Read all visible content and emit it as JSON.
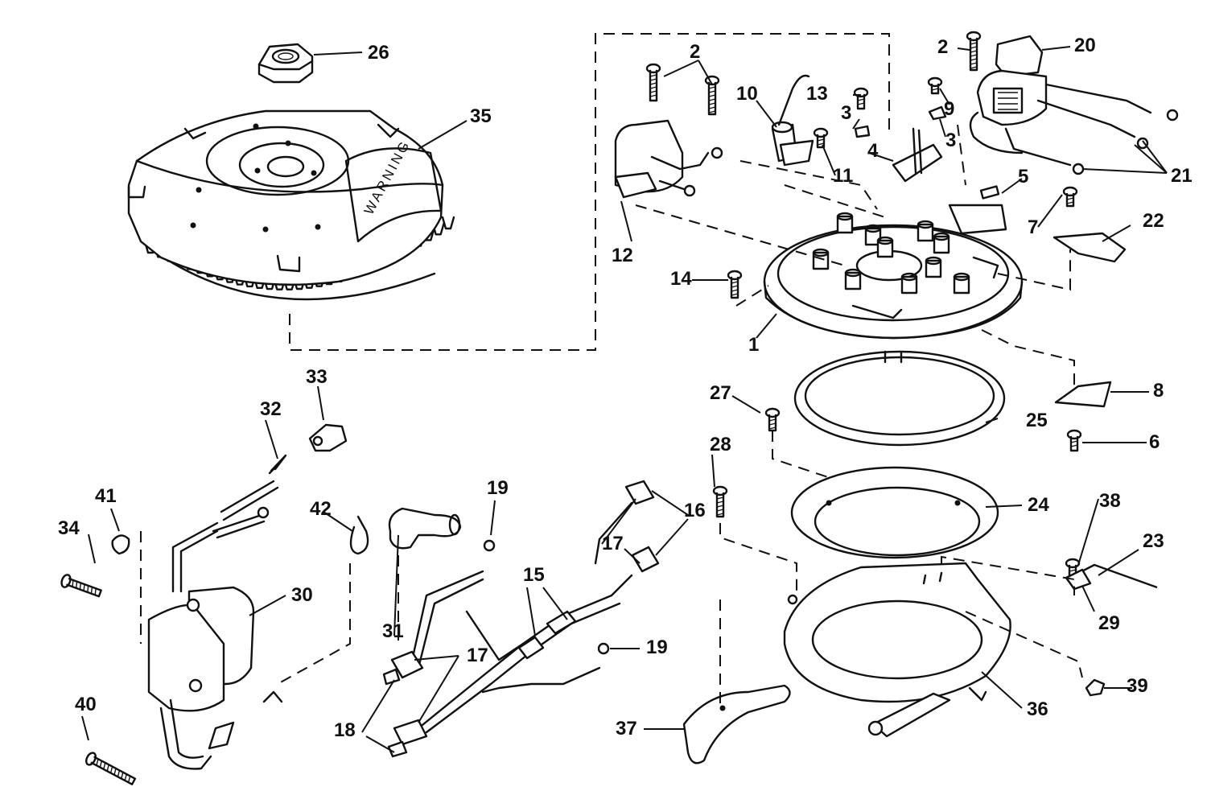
{
  "diagram": {
    "type": "exploded-parts-diagram",
    "colors": {
      "ink": "#111111",
      "background": "#ffffff"
    },
    "flywheel_marking": "WARNING",
    "labels": [
      {
        "id": "l1",
        "text": "1"
      },
      {
        "id": "l2a",
        "text": "2"
      },
      {
        "id": "l2b",
        "text": "2"
      },
      {
        "id": "l3a",
        "text": "3"
      },
      {
        "id": "l3b",
        "text": "3"
      },
      {
        "id": "l4",
        "text": "4"
      },
      {
        "id": "l5",
        "text": "5"
      },
      {
        "id": "l6",
        "text": "6"
      },
      {
        "id": "l7",
        "text": "7"
      },
      {
        "id": "l8",
        "text": "8"
      },
      {
        "id": "l9",
        "text": "9"
      },
      {
        "id": "l10",
        "text": "10"
      },
      {
        "id": "l11",
        "text": "11"
      },
      {
        "id": "l12",
        "text": "12"
      },
      {
        "id": "l13",
        "text": "13"
      },
      {
        "id": "l14",
        "text": "14"
      },
      {
        "id": "l15",
        "text": "15"
      },
      {
        "id": "l16",
        "text": "16"
      },
      {
        "id": "l17a",
        "text": "17"
      },
      {
        "id": "l17b",
        "text": "17"
      },
      {
        "id": "l18",
        "text": "18"
      },
      {
        "id": "l19a",
        "text": "19"
      },
      {
        "id": "l19b",
        "text": "19"
      },
      {
        "id": "l20",
        "text": "20"
      },
      {
        "id": "l21",
        "text": "21"
      },
      {
        "id": "l22",
        "text": "22"
      },
      {
        "id": "l23",
        "text": "23"
      },
      {
        "id": "l24",
        "text": "24"
      },
      {
        "id": "l25",
        "text": "25"
      },
      {
        "id": "l26",
        "text": "26"
      },
      {
        "id": "l27",
        "text": "27"
      },
      {
        "id": "l28",
        "text": "28"
      },
      {
        "id": "l29",
        "text": "29"
      },
      {
        "id": "l30",
        "text": "30"
      },
      {
        "id": "l31",
        "text": "31"
      },
      {
        "id": "l32",
        "text": "32"
      },
      {
        "id": "l33",
        "text": "33"
      },
      {
        "id": "l34",
        "text": "34"
      },
      {
        "id": "l35",
        "text": "35"
      },
      {
        "id": "l36",
        "text": "36"
      },
      {
        "id": "l37",
        "text": "37"
      },
      {
        "id": "l38",
        "text": "38"
      },
      {
        "id": "l39",
        "text": "39"
      },
      {
        "id": "l40",
        "text": "40"
      },
      {
        "id": "l41",
        "text": "41"
      },
      {
        "id": "l42",
        "text": "42"
      }
    ]
  }
}
